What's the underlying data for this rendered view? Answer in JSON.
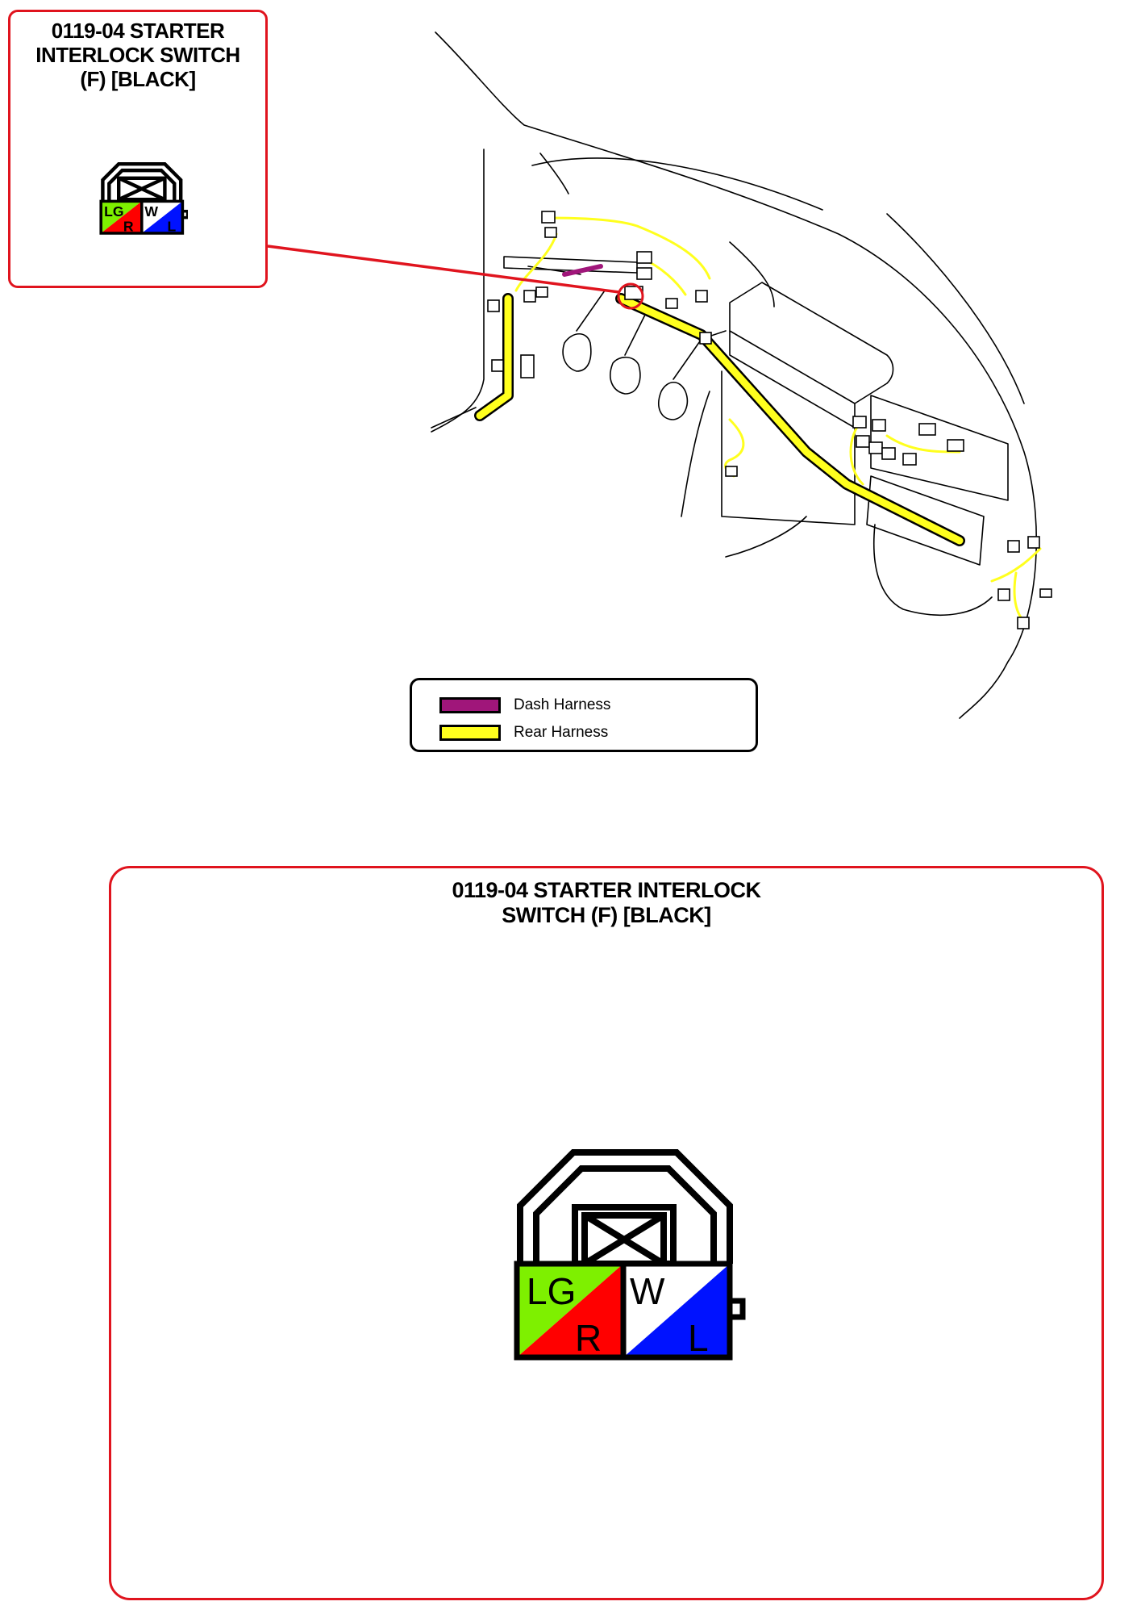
{
  "callout": {
    "title_lines": [
      "0119-04 STARTER",
      "INTERLOCK SWITCH",
      "(F) [BLACK]"
    ]
  },
  "connector": {
    "pins": [
      {
        "id": "LG",
        "label": "LG",
        "color": "#7ef000"
      },
      {
        "id": "R",
        "label": "R",
        "color": "#ff0000"
      },
      {
        "id": "W",
        "label": "W",
        "color": "#ffffff"
      },
      {
        "id": "L",
        "label": "L",
        "color": "#0012ff"
      }
    ]
  },
  "legend": {
    "items": [
      {
        "label": "Dash Harness",
        "color": "#a0167a"
      },
      {
        "label": "Rear Harness",
        "color": "#ffff1e"
      }
    ]
  },
  "detail": {
    "title_lines": [
      "0119-04 STARTER INTERLOCK",
      "SWITCH (F) [BLACK]"
    ]
  },
  "colors": {
    "callout_border": "#e0141e",
    "harness_yellow": "#ffff1e",
    "dash_purple": "#a0167a"
  }
}
